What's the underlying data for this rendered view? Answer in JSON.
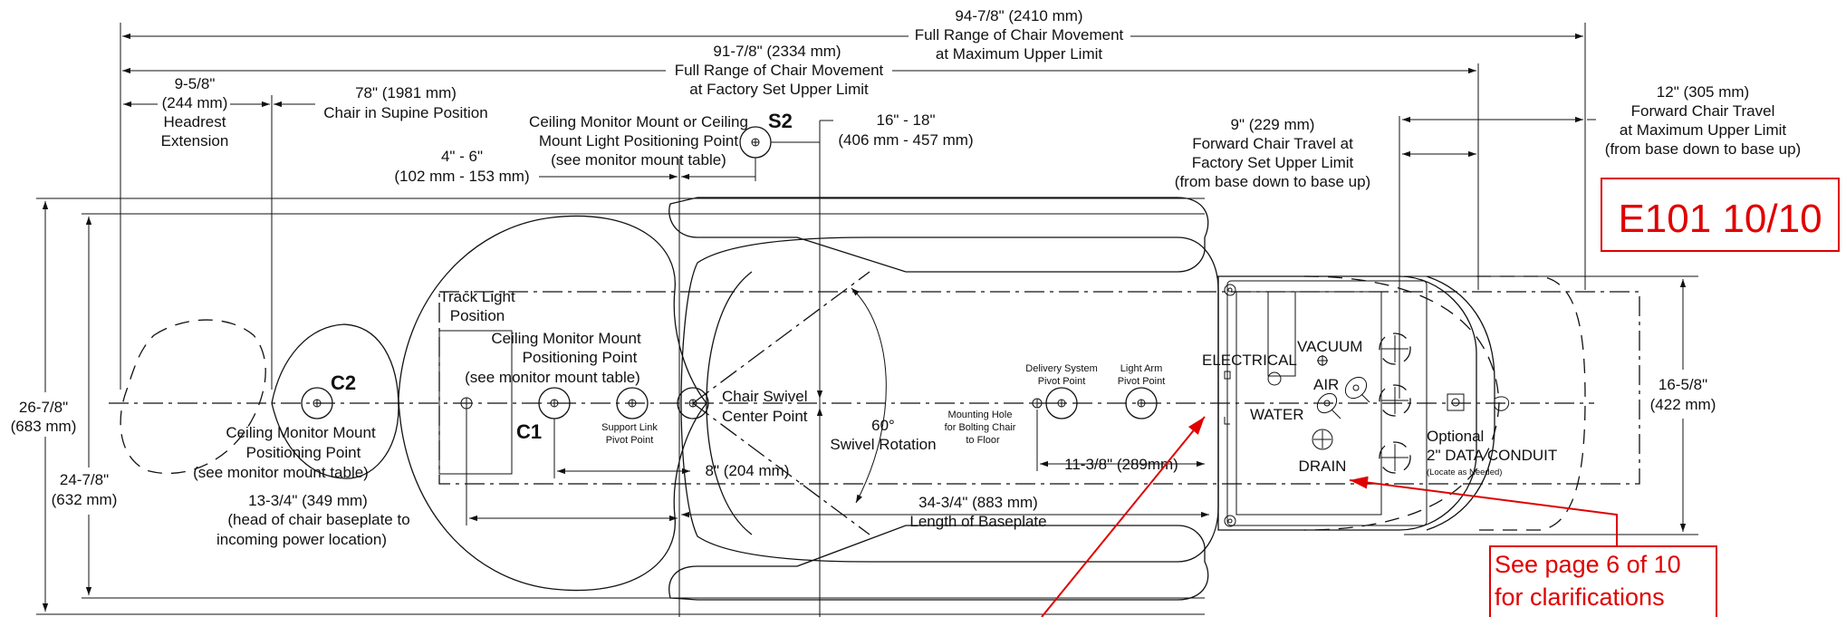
{
  "sheet": {
    "page_label": "E101  10/10",
    "callout": [
      "See page 6 of 10",
      "for clarifications"
    ]
  },
  "colors": {
    "line": "#111111",
    "annotation_red": "#e00000",
    "background": "#ffffff"
  },
  "dimensions": {
    "full_max": [
      "94-7/8\" (2410 mm)",
      "Full Range of Chair Movement",
      "at Maximum Upper Limit"
    ],
    "full_factory": [
      "91-7/8\"  (2334 mm)",
      "Full Range of Chair Movement",
      "at Factory Set Upper Limit"
    ],
    "headrest": [
      "9-5/8\"",
      "(244 mm)",
      "Headrest",
      "Extension"
    ],
    "supine": [
      "78\" (1981 mm)",
      "Chair in Supine Position"
    ],
    "ceiling_s2": [
      "Ceiling Monitor Mount or Ceiling",
      "Mount Light  Positioning Point",
      "(see monitor mount table)"
    ],
    "four_six": [
      "4\" - 6\"",
      "(102 mm - 153 mm)"
    ],
    "sixteen_eighteen": [
      "16\" - 18\"",
      "(406 mm - 457 mm)"
    ],
    "nine_in": [
      "9\" (229 mm)",
      "Forward Chair Travel at",
      "Factory Set Upper Limit",
      "(from base down to base up)"
    ],
    "twelve_in": [
      "12\" (305 mm)",
      "Forward Chair Travel",
      "at Maximum Upper Limit",
      "(from base down to base up)"
    ],
    "width_outer": [
      "26-7/8\"",
      "(683 mm)"
    ],
    "width_inner": [
      "24-7/8\"",
      "(632 mm)"
    ],
    "right_width": [
      "16-5/8\"",
      "(422 mm)"
    ],
    "head_power": [
      "13-3/4\"  (349 mm)",
      "(head of chair baseplate to",
      "incoming power location)"
    ],
    "eight_in": "8\" (204 mm)",
    "baseplate": [
      "34-3/4\" (883 mm)",
      "Length of Baseplate"
    ],
    "mount_hole_dim": "11-3/8\" (289mm)"
  },
  "labels": {
    "track_light": [
      "Track Light",
      "Position"
    ],
    "ceiling_c1": [
      "Ceiling Monitor Mount",
      "Positioning Point",
      "(see monitor mount table)"
    ],
    "ceiling_c2": [
      "Ceiling Monitor Mount",
      "Positioning Point",
      "(see monitor mount table)"
    ],
    "c1": "C1",
    "c2": "C2",
    "s2": "S2",
    "support_link": [
      "Support Link",
      "Pivot Point"
    ],
    "swivel_center": [
      "Chair Swivel",
      "Center Point"
    ],
    "swivel_rotation": [
      "60°",
      "Swivel Rotation"
    ],
    "mounting_hole": [
      "Mounting Hole",
      "for Bolting Chair",
      "to Floor"
    ],
    "delivery": [
      "Delivery System",
      "Pivot Point"
    ],
    "light_arm": [
      "Light Arm",
      "Pivot Point"
    ],
    "electrical": "ELECTRICAL",
    "vacuum": "VACUUM",
    "air": "AIR",
    "water": "WATER",
    "drain": "DRAIN",
    "optional": [
      "Optional",
      "2\" DATA CONDUIT",
      "(Locate as Needed)"
    ]
  }
}
